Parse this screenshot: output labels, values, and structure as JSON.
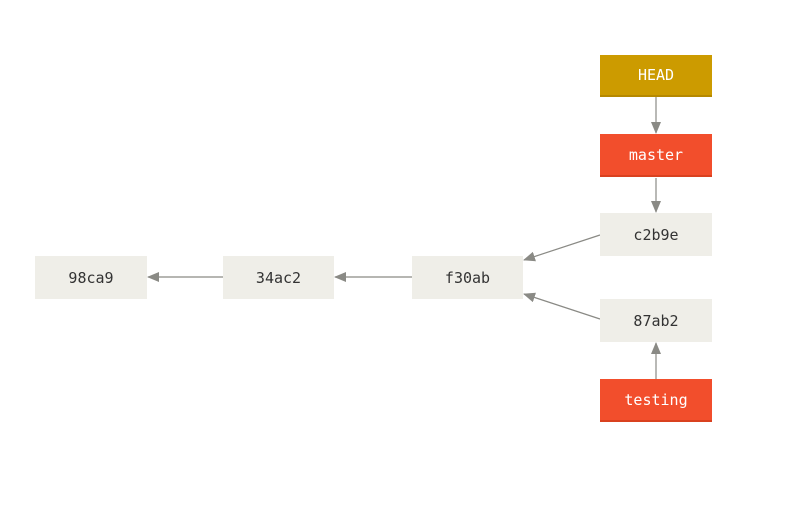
{
  "colors": {
    "commit_fill": "#efeee8",
    "branch_fill": "#f24e2c",
    "head_fill": "#cc9b00",
    "arrow": "#8a8a85"
  },
  "commits": {
    "c98ca9": "98ca9",
    "c34ac2": "34ac2",
    "cf30ab": "f30ab",
    "cc2b9e": "c2b9e",
    "c87ab2": "87ab2"
  },
  "refs": {
    "head": "HEAD",
    "master": "master",
    "testing": "testing"
  }
}
